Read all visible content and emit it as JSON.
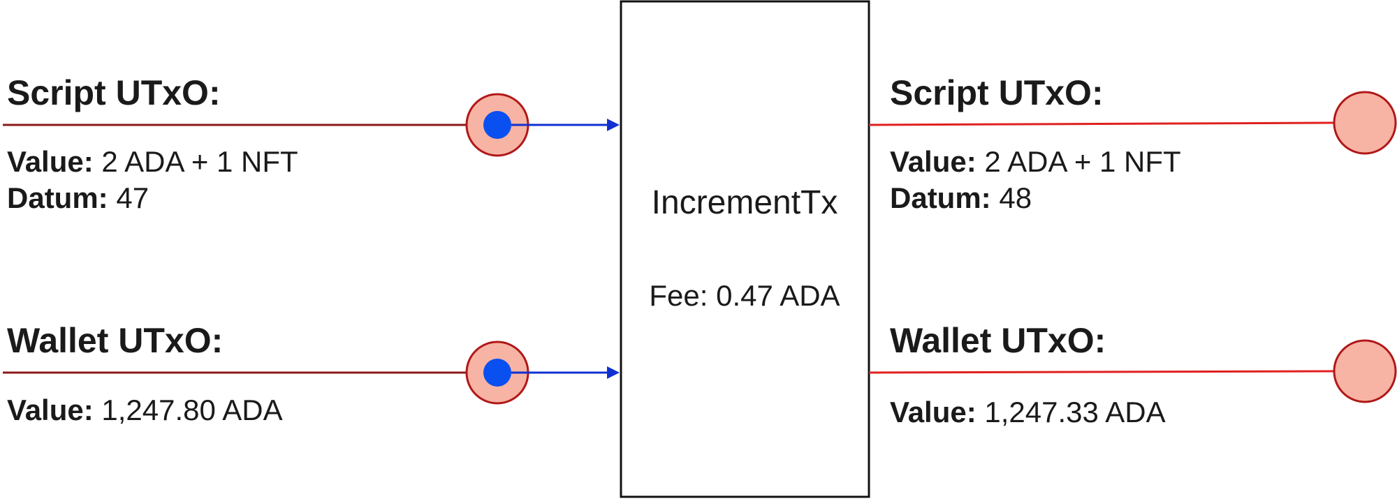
{
  "colors": {
    "consumed_line": "#8b1a1a",
    "produced_line": "#e02020",
    "utxo_fill": "#f7b3a4",
    "utxo_stroke": "#b01818",
    "arrow": "#1030d0",
    "redeemer_dot": "#0a4ff0",
    "tx_box_stroke": "#111111"
  },
  "transaction": {
    "name": "IncrementTx",
    "fee": "Fee: 0.47 ADA"
  },
  "inputs": [
    {
      "title": "Script UTxO:",
      "value_key": "Value:",
      "value": " 2 ADA + 1 NFT",
      "datum_key": "Datum:",
      "datum": " 47"
    },
    {
      "title": "Wallet UTxO:",
      "value_key": "Value:",
      "value": " 1,247.80 ADA"
    }
  ],
  "outputs": [
    {
      "title": "Script UTxO:",
      "value_key": "Value:",
      "value": " 2 ADA + 1 NFT",
      "datum_key": "Datum:",
      "datum": " 48"
    },
    {
      "title": "Wallet UTxO:",
      "value_key": "Value:",
      "value": " 1,247.33 ADA"
    }
  ]
}
